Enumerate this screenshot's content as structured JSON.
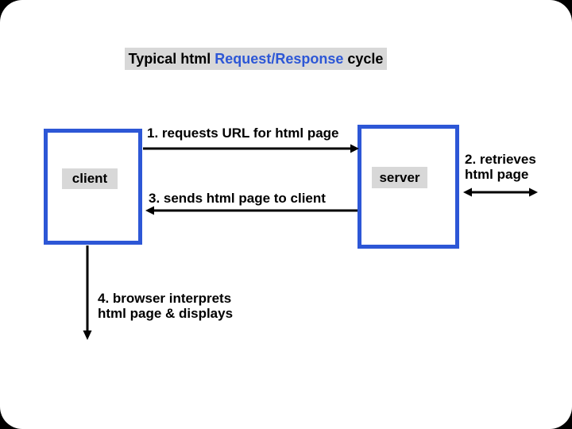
{
  "slide": {
    "title": {
      "prefix": "Typical html ",
      "highlight": "Request/Response",
      "suffix": " cycle"
    },
    "nodes": {
      "client": {
        "label": "client"
      },
      "server": {
        "label": "server"
      }
    },
    "steps": {
      "request": {
        "label": "1. requests URL for html page"
      },
      "retrieve": {
        "line1": "2. retrieves",
        "line2": "html page"
      },
      "response": {
        "label": "3. sends html page to client"
      },
      "display": {
        "line1": "4. browser interprets",
        "line2": "html page & displays"
      }
    },
    "colors": {
      "accent_blue": "#2d57d6",
      "label_gray": "#d8d8d8",
      "arrow_black": "#000000",
      "slide_background": "#ffffff",
      "corner_background": "#000000"
    }
  }
}
